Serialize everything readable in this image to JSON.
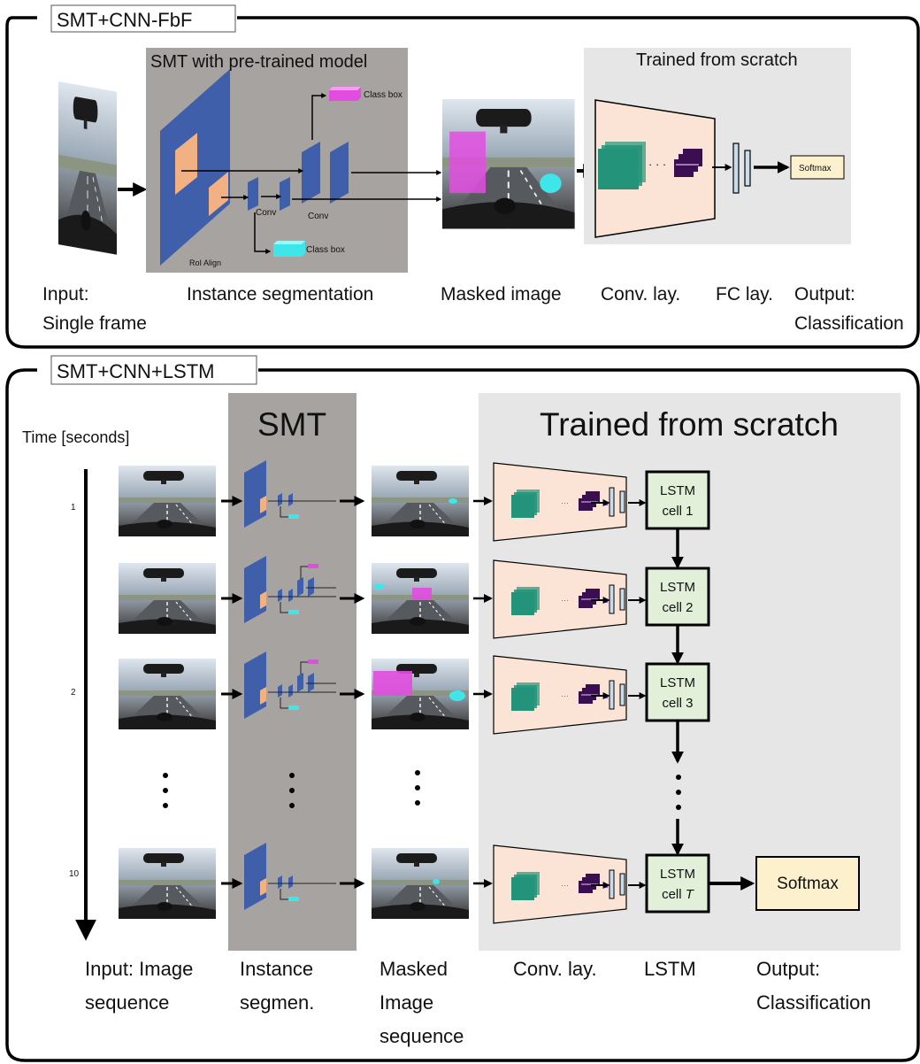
{
  "top_panel": {
    "title": "SMT+CNN-FbF",
    "smt_box_title": "SMT with pre-trained model",
    "scratch_box_title": "Trained from scratch",
    "class_box_label": "Class box",
    "class_box_label_2": "Class box",
    "conv_label_1": "Conv",
    "conv_label_2": "Conv",
    "roi_align_label": "RoI Align",
    "softmax_label": "Softmax",
    "dots": "· · ·",
    "captions": {
      "input_1": "Input:",
      "input_2": "Single frame",
      "instance_seg": "Instance segmentation",
      "masked": "Masked image",
      "conv": "Conv. lay.",
      "fc": "FC lay.",
      "output_1": "Output:",
      "output_2": "Classification"
    }
  },
  "bottom_panel": {
    "title": "SMT+CNN+LSTM",
    "smt_title": "SMT",
    "scratch_title": "Trained from scratch",
    "time_label": "Time [seconds]",
    "time_ticks": [
      "1",
      "2",
      "10"
    ],
    "lstm_top": "LSTM",
    "lstm_cells": [
      "cell 1",
      "cell 2",
      "cell 3"
    ],
    "lstm_last_prefix": "cell ",
    "lstm_last_italic": "T",
    "softmax_label": "Softmax",
    "small_dots": "···",
    "captions": {
      "input_1": "Input: Image",
      "input_2": "sequence",
      "seg_1": "Instance",
      "seg_2": "segmen.",
      "masked_1": "Masked",
      "masked_2": "Image",
      "masked_3": "sequence",
      "conv": "Conv. lay.",
      "lstm": "LSTM",
      "output_1": "Output:",
      "output_2": "Classification"
    }
  },
  "colors": {
    "smt_bg": "#a7a3a1",
    "scratch_bg": "#e6e6e6",
    "layer_blue": "#3f5fab",
    "roi_orange": "#f2b183",
    "conv_funnel": "#fbe3d6",
    "feature_teal": "#23937a",
    "feature_purple": "#3b0e52",
    "mask_magenta": "#e24de0",
    "mask_cyan": "#3ee6ea",
    "lstm_fill": "#e3f0d9",
    "softmax_fill": "#fdf0cd",
    "fc_bar": "#c9dcec"
  }
}
